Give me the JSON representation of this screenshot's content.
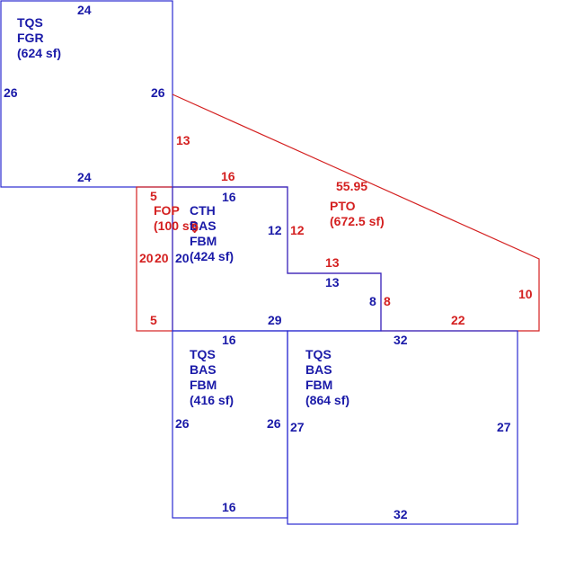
{
  "areas": {
    "fgr": {
      "lines": [
        "TQS",
        "FGR",
        "(624 sf)"
      ]
    },
    "fop": {
      "lines": [
        "FOP",
        "(100 sf)"
      ]
    },
    "cth": {
      "lines": [
        "CTH",
        "BAS",
        "FBM",
        "(424 sf)"
      ]
    },
    "pto": {
      "lines": [
        "PTO",
        "(672.5 sf)"
      ]
    },
    "bas416": {
      "lines": [
        "TQS",
        "BAS",
        "FBM",
        "(416 sf)"
      ]
    },
    "bas864": {
      "lines": [
        "TQS",
        "BAS",
        "FBM",
        "(864 sf)"
      ]
    }
  },
  "dimensions": {
    "fgr_top": "24",
    "fgr_left": "26",
    "fgr_right": "26",
    "fgr_bottom": "24",
    "pto_13": "13",
    "pto_diag": "55.95",
    "pto_right": "10",
    "pto_bottom": "22",
    "pto_step": "13",
    "pto_8": "8",
    "pto_12": "12",
    "pto_16": "16",
    "fop_top": "5",
    "fop_left": "20",
    "fop_right": "20",
    "fop_bottom": "5",
    "cth_top": "16",
    "cth_right": "12",
    "cth_left": "20",
    "cth_step": "13",
    "cth_8": "8",
    "cth_bottom": "29",
    "cth_9": "9",
    "b416_top": "16",
    "b416_left": "26",
    "b416_right": "26",
    "b416_bottom": "16",
    "b864_top": "32",
    "b864_left": "27",
    "b864_right": "27",
    "b864_bottom": "32"
  },
  "colors": {
    "blue": "#2a2ad0",
    "red": "#d42020"
  }
}
